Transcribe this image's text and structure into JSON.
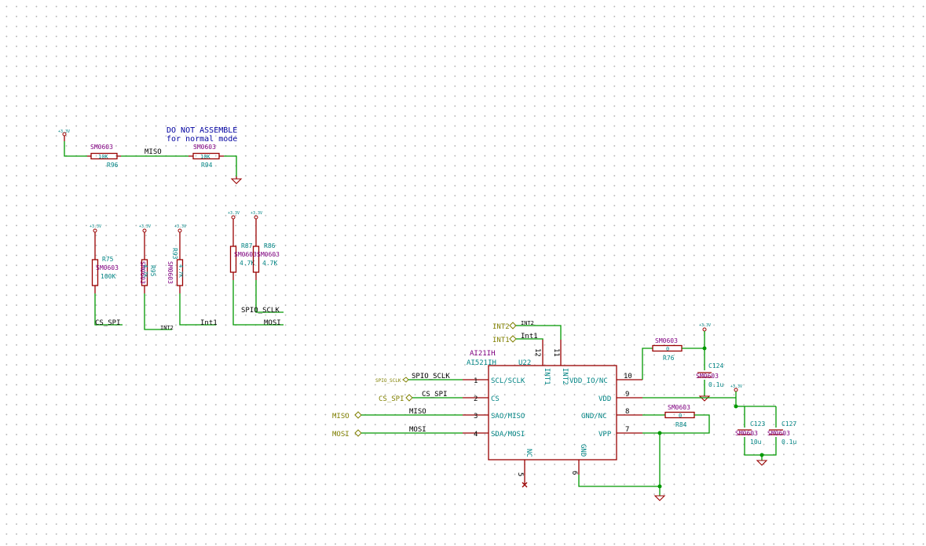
{
  "notes": {
    "line1": "DO NOT ASSEMBLE",
    "line2": "for normal mode"
  },
  "power": {
    "v33": "+3.3V"
  },
  "nets": {
    "miso_top": "MISO",
    "cs_spi": "CS_SPI",
    "int2": "INT2",
    "int1": "Int1",
    "spio_sclk": "SPIO_SCLK",
    "mosi": "MOSI",
    "int1_wire": "Int1",
    "int2_wire": "INT2",
    "spio_sclk_wire": "SPIO_SCLK",
    "cs_spi_wire": "CS_SPI",
    "miso_wire": "MISO",
    "mosi_wire": "MOSI"
  },
  "hier_labels": {
    "int2": "INT2",
    "int1": "INT1",
    "spio_sclk": "SPIO_SCLK",
    "cs_spi": "CS_SPI",
    "miso": "MISO",
    "mosi": "MOSI"
  },
  "components": {
    "r96": {
      "ref": "R96",
      "footprint": "SM0603",
      "value": "10K"
    },
    "r94": {
      "ref": "R94",
      "footprint": "SM0603",
      "value": "10K"
    },
    "r75": {
      "ref": "R75",
      "footprint": "SM0603",
      "value": "100K"
    },
    "r95": {
      "ref": "R95",
      "footprint": "SM0603",
      "value": "4.7K"
    },
    "r93": {
      "ref": "R93",
      "footprint": "SM0603",
      "value": "4.7K"
    },
    "r87": {
      "ref": "R87",
      "footprint": "SM0603",
      "value": "4.7K"
    },
    "r86": {
      "ref": "R86",
      "footprint": "SM0603",
      "value": "4.7K"
    },
    "r76": {
      "ref": "R76",
      "footprint": "SM0603",
      "value": "0"
    },
    "r84": {
      "ref": "R84",
      "footprint": "SM0603",
      "value": "0"
    },
    "c124": {
      "ref": "C124",
      "footprint": "SM0603",
      "value": "0.1u"
    },
    "c123": {
      "ref": "C123",
      "footprint": "SM0603",
      "value": "10u"
    },
    "c127": {
      "ref": "C127",
      "footprint": "SM0603",
      "value": "0.1u"
    }
  },
  "u22": {
    "ref": "U22",
    "part1": "AI21IH",
    "part2": "AI521IH",
    "pins": {
      "scl": "SCL/SCLK",
      "cs": "CS",
      "sao": "SAO/MISO",
      "sda": "SDA/MOSI",
      "vddio": "VDD_IO/NC",
      "vdd": "VDD",
      "gnd_nc": "GND/NC",
      "vpp": "VPP",
      "int1": "INT1",
      "int2": "INT2",
      "nc": "NC",
      "gnd": "GND"
    },
    "pin_numbers": {
      "p1": "1",
      "p2": "2",
      "p3": "3",
      "p4": "4",
      "p5": "5",
      "p6": "6",
      "p7": "7",
      "p8": "8",
      "p9": "9",
      "p10": "10",
      "p11": "11",
      "p12": "12"
    }
  }
}
